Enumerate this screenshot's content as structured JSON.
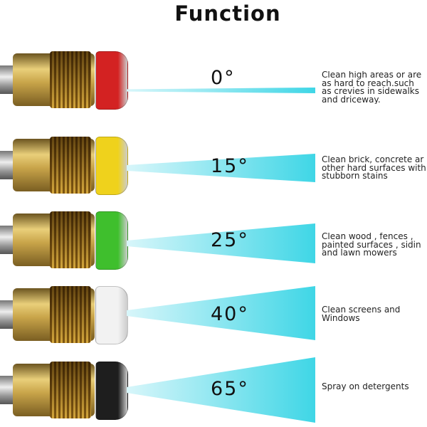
{
  "title": "Function",
  "nozzles": [
    {
      "angle": "0°",
      "color": "#d32222",
      "description": "Clean high areas or are\nas hard to reach.such\nas crevies in sidewalks\nand driceway."
    },
    {
      "angle": "15°",
      "color": "#efd21c",
      "description": "Clean brick, concrete ar\nother hard surfaces with\nstubborn stains"
    },
    {
      "angle": "25°",
      "color": "#3fbf2d",
      "description": "Clean wood , fences ,\npainted surfaces , sidin\nand lawn mowers"
    },
    {
      "angle": "40°",
      "color": "#f2f2f2",
      "description": "Clean screens and\nWindows"
    },
    {
      "angle": "65°",
      "color": "#1e1e1e",
      "description": "Spray on detergents"
    }
  ]
}
